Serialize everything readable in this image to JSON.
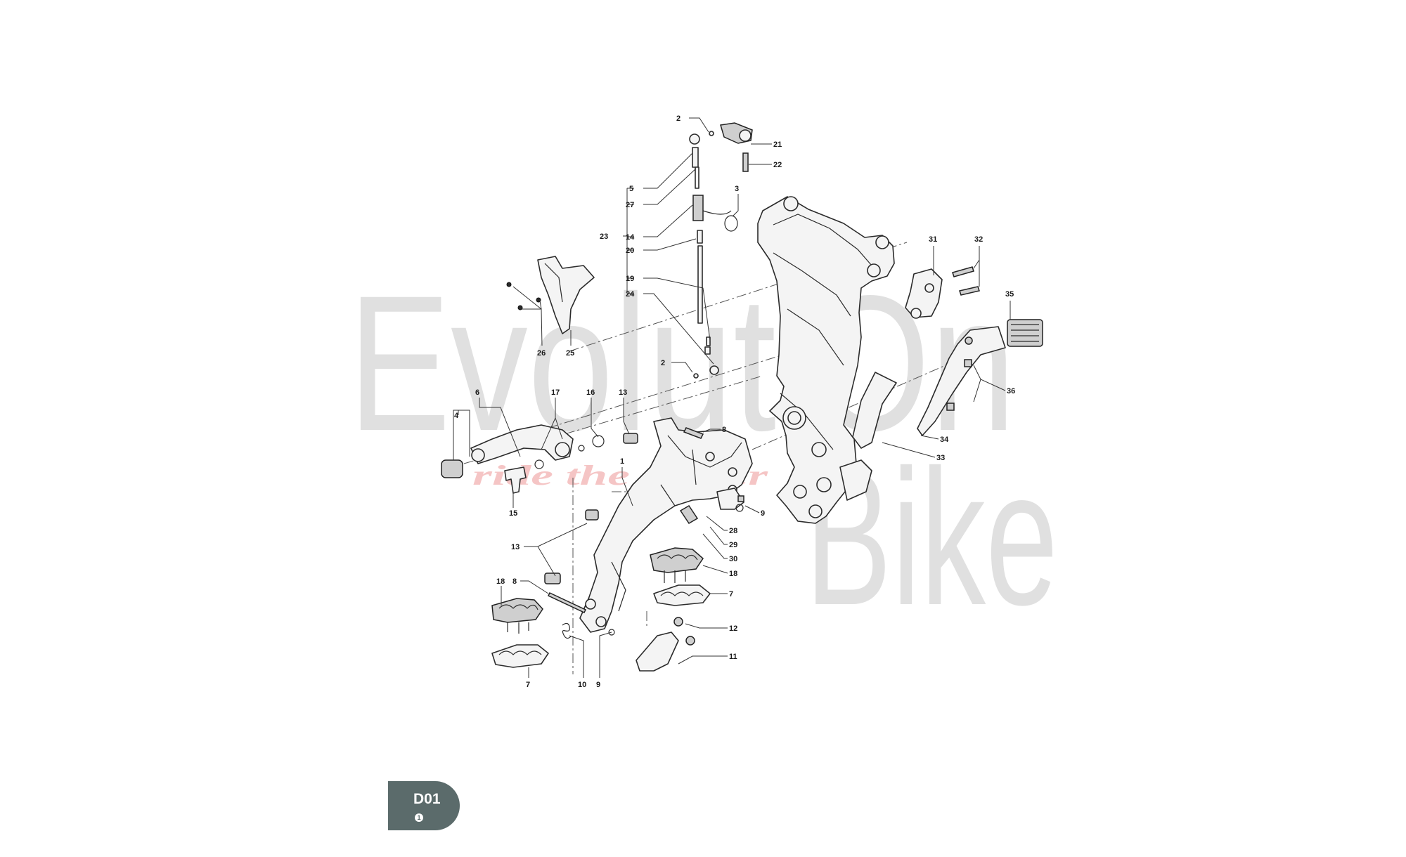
{
  "watermark": {
    "main": "EvolutiOn",
    "sub": "Bike",
    "tagline": "ride the power"
  },
  "badge": {
    "code": "D01",
    "sub": "1"
  },
  "callouts": [
    "2",
    "21",
    "22",
    "5",
    "27",
    "3",
    "14",
    "23",
    "20",
    "19",
    "24",
    "2",
    "26",
    "25",
    "31",
    "32",
    "35",
    "36",
    "34",
    "33",
    "6",
    "17",
    "16",
    "13",
    "4",
    "8",
    "1",
    "15",
    "9",
    "28",
    "29",
    "30",
    "18",
    "7",
    "13",
    "18",
    "8",
    "12",
    "11",
    "7",
    "10",
    "9"
  ]
}
